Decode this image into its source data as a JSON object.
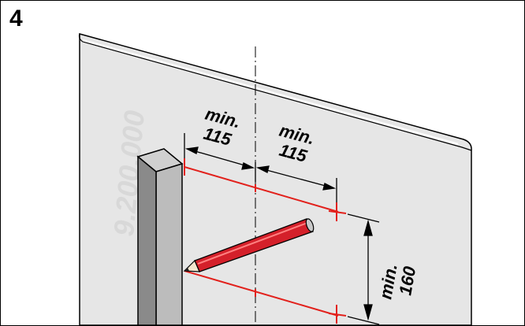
{
  "step": {
    "number": "4"
  },
  "watermark": {
    "code": "9.200.000"
  },
  "dimensions": {
    "left_min_label": "min.",
    "left_value": "115",
    "right_min_label": "min.",
    "right_value": "115",
    "vertical_min_label": "min.",
    "vertical_value": "160"
  },
  "colors": {
    "wall": "#e6e6e6",
    "bar": "#8a8a8a",
    "mark": "#e2211c",
    "pencil": "#d4202a",
    "outline": "#000000"
  },
  "icons": [
    "pencil-icon"
  ]
}
